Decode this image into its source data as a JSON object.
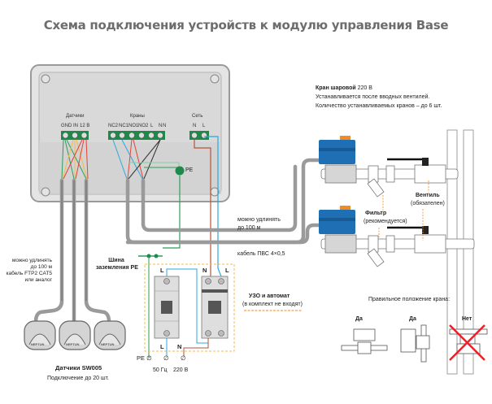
{
  "title": "Схема подключения устройств к модулю управления Base",
  "module": {
    "groups": [
      {
        "name": "Датчики",
        "terminals": [
          "GND",
          "IN",
          "12 В"
        ]
      },
      {
        "name": "Краны",
        "terminals": [
          "NC2",
          "NC1",
          "NO1",
          "NO2",
          "L",
          "N",
          "N"
        ]
      },
      {
        "name": "Сеть",
        "terminals": [
          "N",
          "L"
        ]
      }
    ],
    "pe_label": "PE"
  },
  "valve_info": {
    "title_bold": "Кран шаровой",
    "title_rest": "220 В",
    "line1": "Устанавливается после вводных вентилей.",
    "line2": "Количество устанавливаемых кранов – до 6 шт."
  },
  "valve_note": {
    "name": "Вентиль",
    "note": "(обязателен)"
  },
  "filter_note": {
    "name": "Фильтр",
    "note": "(рекомендуется)"
  },
  "cable_note": {
    "line1": "можно удлинять",
    "line2": "до 100 м",
    "cable": "кабель ПВС 4×0,5"
  },
  "sensor_cable_note": [
    "можно удлинять",
    "до 100 м",
    "кабель FTP2 CAT5",
    "или аналог"
  ],
  "pe_bus": [
    "Шина",
    "заземления PE"
  ],
  "breakers": {
    "left_top": "L",
    "left_bottom": "L",
    "right_top_n": "N",
    "right_top_l": "L",
    "right_bottom_n": "N",
    "note_bold": "УЗО и автомат",
    "note": "(в комплект не входят)"
  },
  "mains": {
    "pe": "PE",
    "freq": "50 Гц",
    "voltage": "220 В"
  },
  "sensors": {
    "title": "Датчики SW005",
    "subtitle": "Подключение до 20 шт.",
    "brand": "NEPTUN"
  },
  "orientation": {
    "title": "Правильное положение крана:",
    "options": [
      {
        "label": "Да",
        "correct": true
      },
      {
        "label": "Да",
        "correct": true
      },
      {
        "label": "Нет",
        "correct": false
      }
    ]
  },
  "colors": {
    "terminal_green": "#1e8a4a",
    "wire_blue": "#29a8e0",
    "wire_red": "#e8403a",
    "wire_brown": "#b5533c",
    "wire_orange": "#f5b94a",
    "wire_green": "#2e9e5a",
    "valve_blue": "#1f6fb5",
    "accent_orange": "#f08a24",
    "cross_red": "#e3242b"
  }
}
